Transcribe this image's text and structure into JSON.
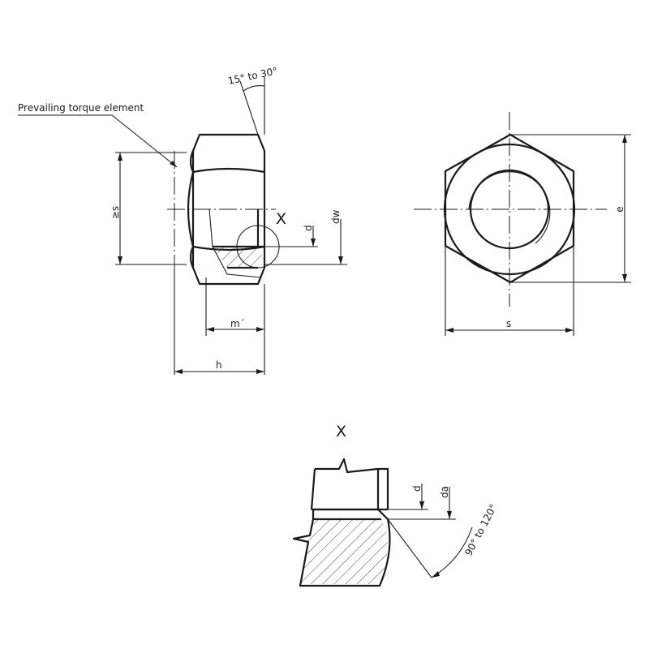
{
  "labels": {
    "prevailing_torque": "Prevailing torque element",
    "chamfer_angle": "15° to 30°",
    "detail_marker": "X",
    "s_min": "≥s",
    "d": "d",
    "dw": "dw",
    "m_prime": "m´",
    "h": "h",
    "e": "e",
    "s": "s",
    "detail_title": "X",
    "detail_d": "d",
    "detail_da": "da",
    "countersink_angle": "90° to 120°"
  }
}
